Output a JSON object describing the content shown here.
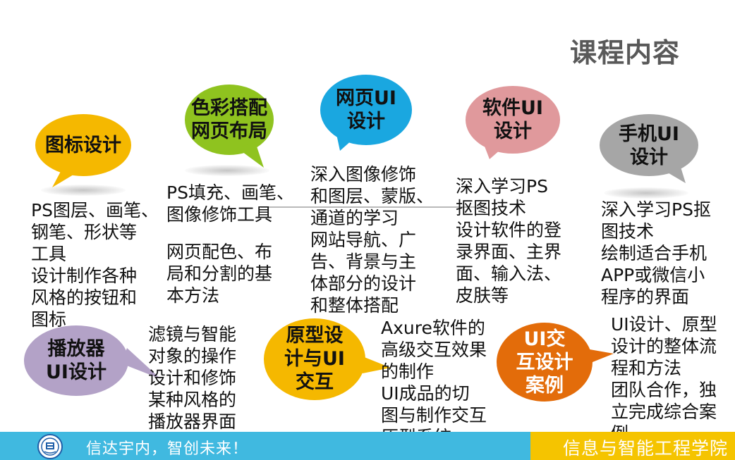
{
  "title": "课程内容",
  "bubbles": [
    {
      "id": "icon-design",
      "lines": [
        "图标设计"
      ],
      "color": "#f5b800"
    },
    {
      "id": "color-layout",
      "lines": [
        "色彩搭配",
        "网页布局"
      ],
      "color": "#8fc31f"
    },
    {
      "id": "web-ui",
      "lines": [
        "网页UI",
        "设计"
      ],
      "color": "#1aa7e0"
    },
    {
      "id": "software-ui",
      "lines": [
        "软件UI",
        "设计"
      ],
      "color": "#e0999c"
    },
    {
      "id": "mobile-ui",
      "lines": [
        "手机UI",
        "设计"
      ],
      "color": "#a6a6a6"
    },
    {
      "id": "player-ui",
      "lines": [
        "播放器",
        "UI设计"
      ],
      "color": "#b3a2c7"
    },
    {
      "id": "prototype",
      "lines": [
        "原型设",
        "计与UI",
        "交互"
      ],
      "color": "#f5b800"
    },
    {
      "id": "ux-case",
      "lines": [
        "UI交",
        "互设计",
        "案例"
      ],
      "color": "#e36c0a"
    }
  ],
  "descriptions": {
    "icon_design": [
      "PS图层、画笔、",
      "钢笔、形状等",
      "工具",
      "设计制作各种",
      "风格的按钮和",
      "图标"
    ],
    "color_layout_a": [
      "PS填充、画笔、",
      "图像修饰工具"
    ],
    "color_layout_b": [
      "网页配色、布",
      "局和分割的基",
      "本方法"
    ],
    "web_ui_a": [
      "深入图像修饰",
      "和图层、蒙版、",
      "通道的学习"
    ],
    "web_ui_b": [
      "网站导航、广",
      "告、背景与主",
      "体部分的设计",
      "和整体搭配"
    ],
    "software_ui": [
      "深入学习PS",
      "抠图技术",
      "设计软件的登",
      "录界面、主界",
      "面、输入法、",
      "皮肤等"
    ],
    "mobile_ui": [
      "深入学习PS抠",
      "图技术",
      "绘制适合手机",
      "APP或微信小",
      "程序的界面"
    ],
    "player_ui": [
      "滤镜与智能",
      "对象的操作",
      "设计和修饰",
      "某种风格的",
      "播放器界面"
    ],
    "prototype": [
      "Axure软件的",
      "高级交互效果",
      "的制作",
      "UI成品的切",
      "图与制作交互",
      "原型系统"
    ],
    "ux_case": [
      "UI设计、原型",
      "设计的整体流",
      "程和方法",
      "团队合作，独",
      "立完成综合案",
      "例"
    ]
  },
  "footer": {
    "slogan": "信达宇内，智创未来！",
    "college": "信息与智能工程学院",
    "left_color": "#40b9e0",
    "right_color": "#f5c400"
  }
}
